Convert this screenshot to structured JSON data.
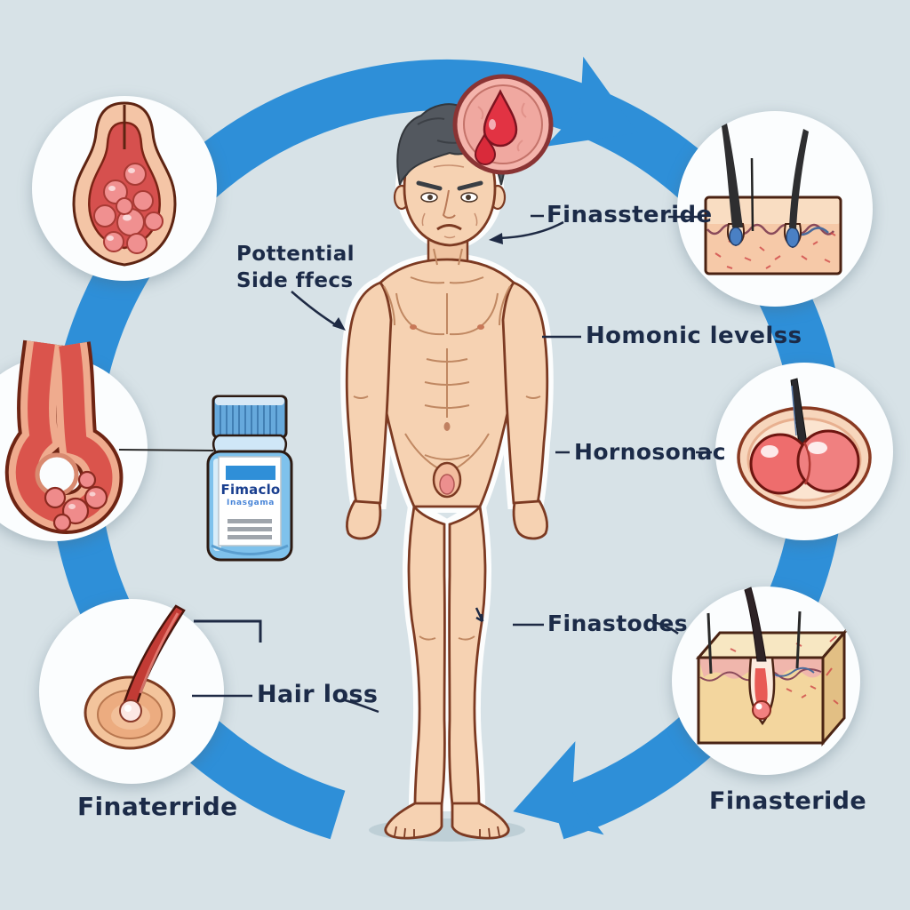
{
  "colors": {
    "background": "#d7e2e7",
    "band": "#2e8fd8",
    "text": "#1c2b48",
    "skin": "#f6d2b2",
    "illustration_red": "#d6504e",
    "bottle_blue": "#7fc2ec"
  },
  "labels": {
    "potential_side_effects_line1": "Pottential",
    "potential_side_effects_line2": "Side ffecs",
    "finasteride_top": "Finassteride",
    "hormone_levels": "Homonic levelss",
    "hormonosonac": "Hornosonac",
    "finastodes": "Finastodes",
    "hair_loss": "Hair loss",
    "finasteride_bottom_left": "Finaterride",
    "finasteride_bottom_right": "Finasteride"
  },
  "bottle": {
    "label_title": "Fimaclo",
    "label_subtitle": "Inasgama"
  },
  "icon_names": {
    "cycle": "blue-circular-arrow-band",
    "top_left": "enlarged-prostate-cross-section-icon",
    "middle_left": "rectum-hemorrhoids-cross-section-icon",
    "bottom_left": "hair-follicle-icon",
    "top_right": "scalp-skin-hair-follicles-icon",
    "middle_right": "testicles-hair-bulb-icon",
    "bottom_right": "skin-block-hair-follicle-icon",
    "head_badge": "blood-drops-medallion-icon",
    "center": "standing-man-figure",
    "bottle": "medication-pill-bottle"
  }
}
